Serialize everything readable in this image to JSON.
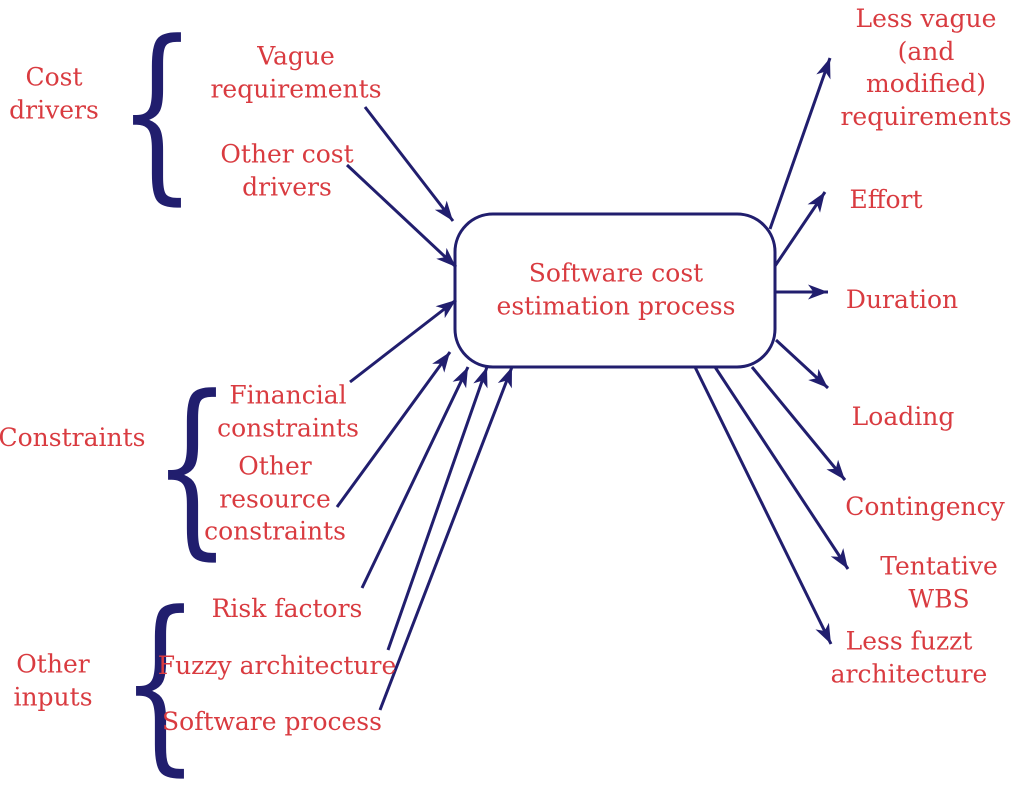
{
  "diagram": {
    "colors": {
      "text_red": "#d93b40",
      "line_navy": "#211e6e",
      "background": "#ffffff"
    },
    "glyphs": {
      "brace": "{"
    },
    "process_box": {
      "label": "Software cost\nestimation process"
    },
    "input_groups": [
      {
        "label": "Cost\ndrivers",
        "items": [
          {
            "label": "Vague\nrequirements"
          },
          {
            "label": "Other cost\ndrivers"
          }
        ]
      },
      {
        "label": "Constraints",
        "items": [
          {
            "label": "Financial\nconstraints"
          },
          {
            "label": "Other\nresource\nconstraints"
          }
        ]
      },
      {
        "label": "Other\ninputs",
        "items": [
          {
            "label": "Risk factors"
          },
          {
            "label": "Fuzzy architecture"
          },
          {
            "label": "Software process"
          }
        ]
      }
    ],
    "outputs": [
      {
        "label": "Less vague\n(and modified)\nrequirements"
      },
      {
        "label": "Effort"
      },
      {
        "label": "Duration"
      },
      {
        "label": "Loading"
      },
      {
        "label": "Contingency"
      },
      {
        "label": "Tentative WBS"
      },
      {
        "label": "Less fuzzt\narchitecture"
      }
    ]
  }
}
